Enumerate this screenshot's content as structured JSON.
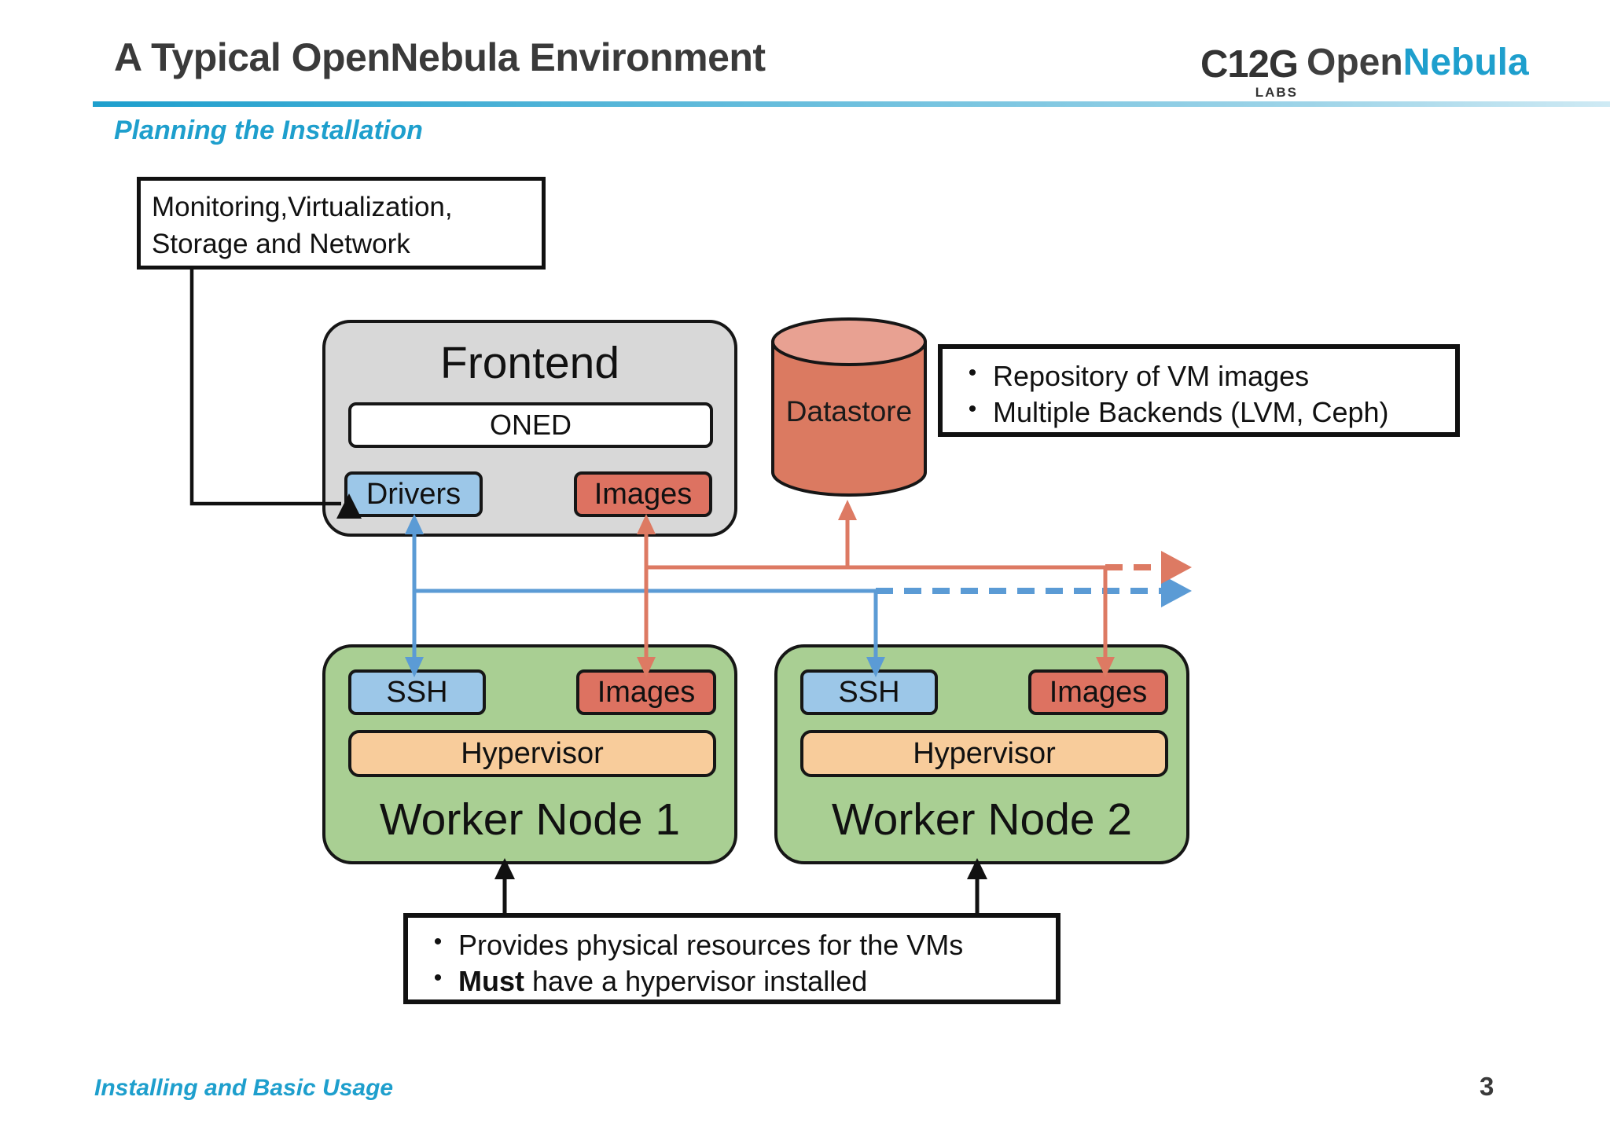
{
  "header": {
    "title": "A Typical OpenNebula Environment",
    "subtitle": "Planning the Installation",
    "logos": {
      "c12g": "C12G",
      "c12g_sub": "LABS",
      "open": "Open",
      "nebula": "Nebula"
    }
  },
  "colors": {
    "accent-teal": "#1e9fcd",
    "title-gray": "#3a3a3a",
    "arrow-blue": "#5b9bd5",
    "arrow-red": "#dd7a63",
    "box-gray": "#d8d8d8",
    "box-blue": "#9cc7e8",
    "box-red": "#dd7261",
    "box-green": "#a9cf93",
    "box-peach": "#f8cc9b",
    "cyl-body": "#db7a61",
    "cyl-top": "#e8a192"
  },
  "diagram": {
    "monitoring_note": {
      "line1": "Monitoring,Virtualization,",
      "line2": "Storage and Network"
    },
    "frontend": {
      "title": "Frontend",
      "oned": "ONED",
      "drivers": "Drivers",
      "images": "Images"
    },
    "datastore": {
      "label": "Datastore"
    },
    "datastore_note": {
      "bullet_char": "•",
      "item1": "Repository of VM images",
      "item2": "Multiple Backends (LVM, Ceph)"
    },
    "worker1": {
      "title": "Worker Node 1",
      "ssh": "SSH",
      "images": "Images",
      "hypervisor": "Hypervisor"
    },
    "worker2": {
      "title": "Worker Node 2",
      "ssh": "SSH",
      "images": "Images",
      "hypervisor": "Hypervisor"
    },
    "worker_note": {
      "bullet_char": "•",
      "item1": "Provides physical resources for the VMs",
      "item2_bold": "Must",
      "item2_rest": " have a hypervisor installed"
    }
  },
  "footer": {
    "left": "Installing and Basic Usage",
    "page_number": "3"
  }
}
